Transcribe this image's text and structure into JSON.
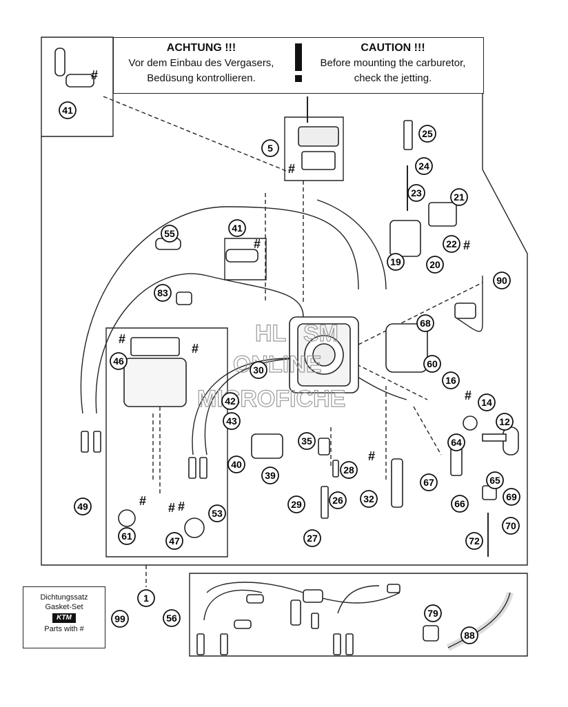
{
  "caution": {
    "de_title": "ACHTUNG !!!",
    "de_line1": "Vor dem Einbau des Vergasers,",
    "de_line2": "Bedüsung kontrollieren.",
    "en_title": "CAUTION !!!",
    "en_line1": "Before mounting the carburetor,",
    "en_line2": "check the jetting."
  },
  "gasket_box": {
    "line1": "Dichtungssatz",
    "line2": "Gasket-Set",
    "logo": "KTM",
    "line3": "Parts with #"
  },
  "watermark": {
    "line1": "HL",
    "line1b": "SM",
    "line2": "ONLINE",
    "line3": "MICROFICHE"
  },
  "callouts": [
    "1",
    "5",
    "12",
    "14",
    "16",
    "19",
    "20",
    "21",
    "22",
    "23",
    "24",
    "25",
    "26",
    "27",
    "28",
    "29",
    "30",
    "32",
    "35",
    "39",
    "40",
    "41",
    "42",
    "43",
    "46",
    "47",
    "49",
    "53",
    "55",
    "56",
    "60",
    "61",
    "64",
    "65",
    "66",
    "67",
    "68",
    "69",
    "70",
    "72",
    "79",
    "83",
    "88",
    "90",
    "99"
  ],
  "labels": {
    "c1": "1",
    "c5": "5",
    "c12": "12",
    "c14": "14",
    "c16": "16",
    "c19": "19",
    "c20": "20",
    "c21": "21",
    "c22": "22",
    "c23": "23",
    "c24": "24",
    "c25": "25",
    "c26": "26",
    "c27": "27",
    "c28": "28",
    "c29": "29",
    "c30": "30",
    "c32": "32",
    "c35": "35",
    "c39": "39",
    "c40": "40",
    "c41": "41",
    "c42": "42",
    "c43": "43",
    "c46": "46",
    "c47": "47",
    "c49": "49",
    "c53": "53",
    "c55": "55",
    "c56": "56",
    "c60": "60",
    "c61": "61",
    "c64": "64",
    "c65": "65",
    "c66": "66",
    "c67": "67",
    "c68": "68",
    "c69": "69",
    "c70": "70",
    "c72": "72",
    "c79": "79",
    "c83": "83",
    "c88": "88",
    "c90": "90",
    "c99": "99",
    "hash": "#"
  }
}
